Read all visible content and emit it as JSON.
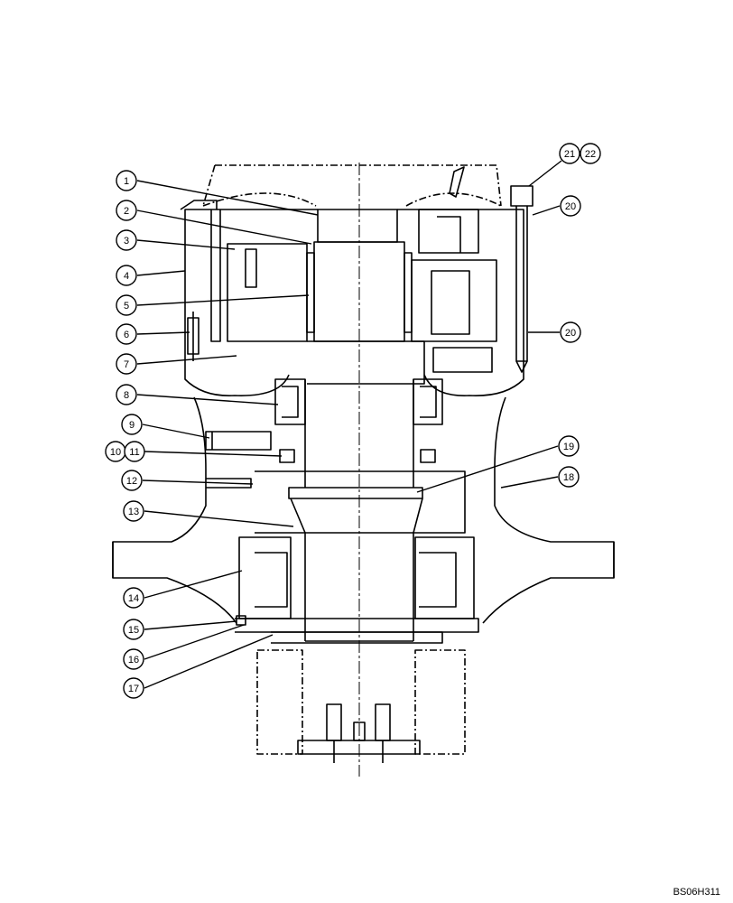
{
  "diagram": {
    "reference_code": "BS06H311",
    "callouts": [
      {
        "id": "c1",
        "label": "1"
      },
      {
        "id": "c2",
        "label": "2"
      },
      {
        "id": "c3",
        "label": "3"
      },
      {
        "id": "c4",
        "label": "4"
      },
      {
        "id": "c5",
        "label": "5"
      },
      {
        "id": "c6",
        "label": "6"
      },
      {
        "id": "c7",
        "label": "7"
      },
      {
        "id": "c8",
        "label": "8"
      },
      {
        "id": "c9",
        "label": "9"
      },
      {
        "id": "c10",
        "label": "10"
      },
      {
        "id": "c11",
        "label": "11"
      },
      {
        "id": "c12",
        "label": "12"
      },
      {
        "id": "c13",
        "label": "13"
      },
      {
        "id": "c14",
        "label": "14"
      },
      {
        "id": "c15",
        "label": "15"
      },
      {
        "id": "c16",
        "label": "16"
      },
      {
        "id": "c17",
        "label": "17"
      },
      {
        "id": "c18",
        "label": "18"
      },
      {
        "id": "c19",
        "label": "19"
      },
      {
        "id": "c20a",
        "label": "20"
      },
      {
        "id": "c20b",
        "label": "20"
      },
      {
        "id": "c21",
        "label": "21"
      },
      {
        "id": "c22",
        "label": "22"
      }
    ]
  }
}
